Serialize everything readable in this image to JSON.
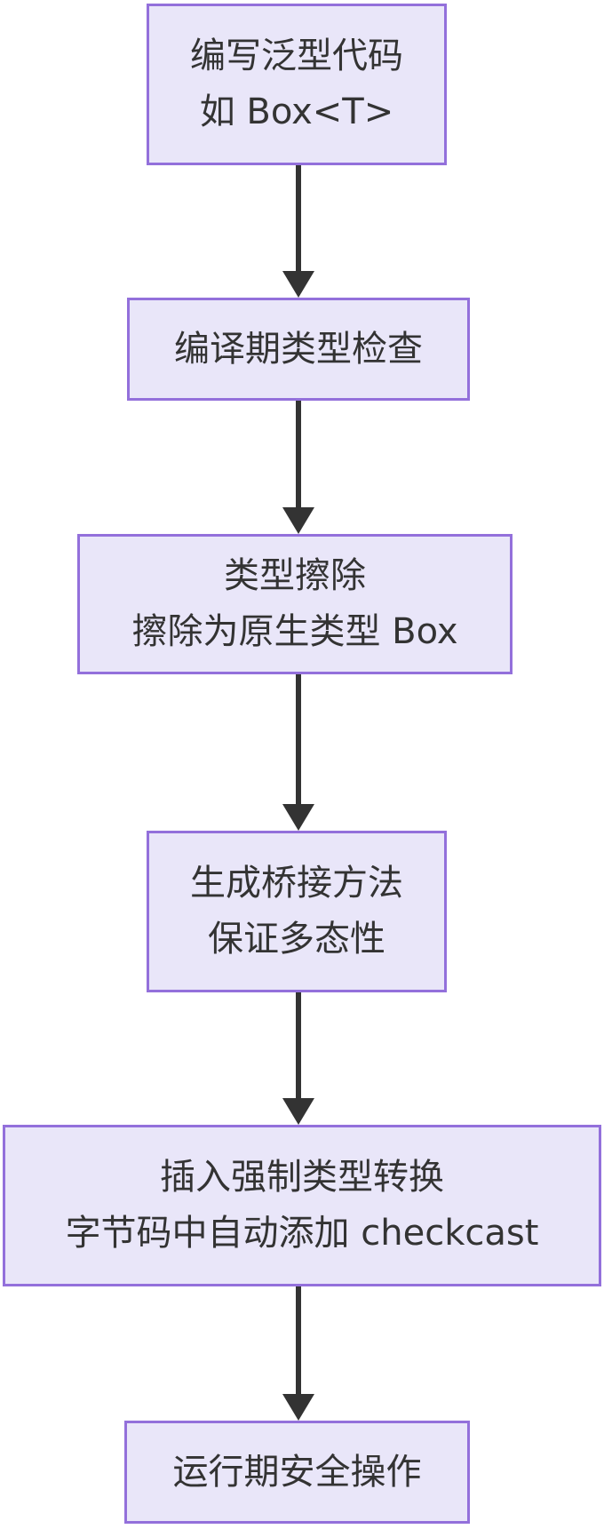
{
  "diagram": {
    "type": "flowchart",
    "direction": "top-down",
    "colors": {
      "node_fill": "#e9e6f9",
      "node_border": "#9370db",
      "arrow": "#333333",
      "text": "#333333",
      "background": "#ffffff"
    },
    "nodes": [
      {
        "id": "write-generic-code",
        "lines": [
          "编写泛型代码",
          "如 Box<T>"
        ]
      },
      {
        "id": "compile-type-check",
        "lines": [
          "编译期类型检查"
        ]
      },
      {
        "id": "type-erasure",
        "lines": [
          "类型擦除",
          "擦除为原生类型 Box"
        ]
      },
      {
        "id": "bridge-method",
        "lines": [
          "生成桥接方法",
          "保证多态性"
        ]
      },
      {
        "id": "insert-cast",
        "lines": [
          "插入强制类型转换",
          "字节码中自动添加 checkcast"
        ]
      },
      {
        "id": "runtime-safe",
        "lines": [
          "运行期安全操作"
        ]
      }
    ],
    "edges": [
      {
        "from": "write-generic-code",
        "to": "compile-type-check"
      },
      {
        "from": "compile-type-check",
        "to": "type-erasure"
      },
      {
        "from": "type-erasure",
        "to": "bridge-method"
      },
      {
        "from": "bridge-method",
        "to": "insert-cast"
      },
      {
        "from": "insert-cast",
        "to": "runtime-safe"
      }
    ]
  }
}
